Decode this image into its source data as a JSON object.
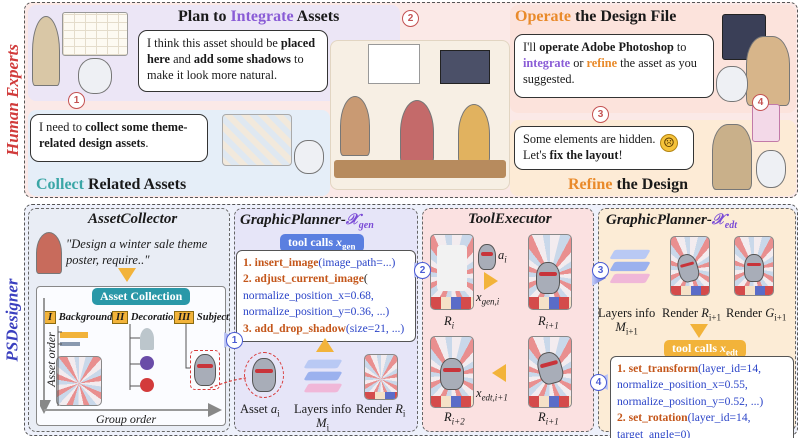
{
  "colors": {
    "top_band": "#fbe9e7",
    "plan_bg": "#ece6f6",
    "operate_bg": "#fce3dc",
    "collect_bg": "#e5eef8",
    "refine_bg": "#fdebd6",
    "bottom_band": "#eef1fb",
    "assetcollector_bg": "#e9edf5",
    "planner_gen_bg": "#e6e5f8",
    "toolexec_bg": "#fbe1e1",
    "planner_edt_bg": "#fcecd6",
    "human_label": "#d13b3b",
    "ps_label": "#3a3fbf"
  },
  "labels": {
    "human_experts": "Human Experts",
    "psdesigner": "PSDesigner"
  },
  "top": {
    "plan_title_pre": "Plan to ",
    "plan_title_hl": "Integrate",
    "plan_title_post": " Assets",
    "operate_title_hl": "Operate",
    "operate_title_post": " the Design File",
    "collect_title_hl": "Collect",
    "collect_title_post": " Related Assets",
    "refine_title_hl": "Refine",
    "refine_title_post": " the Design",
    "bubble_plan": {
      "t1": "I think this asset should be ",
      "b1": "placed here",
      "t2": " and ",
      "b2": "add some shadows",
      "t3": " to make it look more natural."
    },
    "bubble_operate": {
      "t1": "I'll ",
      "b1": "operate Adobe Photoshop",
      "t2": " to ",
      "b2": "integrate",
      "t3": " or ",
      "b3": "refine",
      "t4": " the asset as you suggested."
    },
    "bubble_collect": {
      "t1": "I need to ",
      "b1": "collect some theme-related design assets",
      "t2": "."
    },
    "bubble_refine": {
      "t1": "Some elements are hidden.",
      "t2": "Let's ",
      "b1": "fix the layout",
      "t3": "!",
      "emoji": "☹"
    },
    "steps": [
      "1",
      "2",
      "3",
      "4"
    ]
  },
  "bottom": {
    "assetcollector": {
      "title": "AssetCollector",
      "quote": "\"Design a winter sale theme poster, require..\"",
      "collection_label": "Asset Collection",
      "cat_nums": [
        "I",
        "II",
        "III"
      ],
      "cat_names": [
        "Background",
        "Decoration",
        "Subject"
      ],
      "asset_order": "Asset order",
      "group_order": "Group order"
    },
    "planner_gen": {
      "title": "GraphicPlanner-",
      "title_sym": "𝒳",
      "title_sub": "gen",
      "pill_text": "tool calls ",
      "pill_var": "x",
      "pill_sub": "gen",
      "lines": [
        {
          "n": "1. ",
          "fn": "insert_image",
          "args": "(image_path=...)"
        },
        {
          "n": "2. ",
          "fn": "adjust_current_image",
          "args": "("
        },
        {
          "n": "",
          "fn": "",
          "args": "normalize_position_x=0.68,"
        },
        {
          "n": "",
          "fn": "",
          "args": "normalize_position_y=0.36, ...)"
        },
        {
          "n": "3. ",
          "fn": "add_drop_shadow",
          "args": "(size=21, ...)"
        }
      ],
      "asset_label": "Asset ",
      "asset_var": "a",
      "asset_sub": "i",
      "layers_label": "Layers info",
      "layers_var": "M",
      "layers_sub": "i",
      "render_label": "Render ",
      "render_var": "R",
      "render_sub": "i"
    },
    "toolexec": {
      "title": "ToolExecutor",
      "a_var": "a",
      "a_sub": "i",
      "x_gen_var": "x",
      "x_gen_sub": "gen,i",
      "x_edt_var": "x",
      "x_edt_sub": "edt,i+1",
      "r_i": "R",
      "r_i_sub": "i",
      "r_i1": "R",
      "r_i1_sub": "i+1",
      "r_i1b_sub": "i+1",
      "r_i2": "R",
      "r_i2_sub": "i+2"
    },
    "planner_edt": {
      "title": "GraphicPlanner-",
      "title_sym": "𝒳",
      "title_sub": "edt",
      "layers_label": "Layers info",
      "layers_var": "M",
      "layers_sub": "i+1",
      "render_label": "Render ",
      "render_var": "R",
      "render_sub": "i+1",
      "gt_label": "Render ",
      "gt_var": "G",
      "gt_sub": "i+1",
      "pill_text": "tool calls ",
      "pill_var": "x",
      "pill_sub": "edt",
      "lines": [
        {
          "n": "1. ",
          "fn": "set_transform",
          "args": "(layer_id=14,"
        },
        {
          "n": "",
          "fn": "",
          "args": "normalize_position_x=0.55,"
        },
        {
          "n": "",
          "fn": "",
          "args": "normalize_position_y=0.52, ...)"
        },
        {
          "n": "2. ",
          "fn": "set_rotation",
          "args": "(layer_id=14,"
        },
        {
          "n": "",
          "fn": "",
          "args": "target_angle=0)"
        }
      ]
    },
    "flow_nums": [
      "1",
      "2",
      "3",
      "4"
    ]
  }
}
